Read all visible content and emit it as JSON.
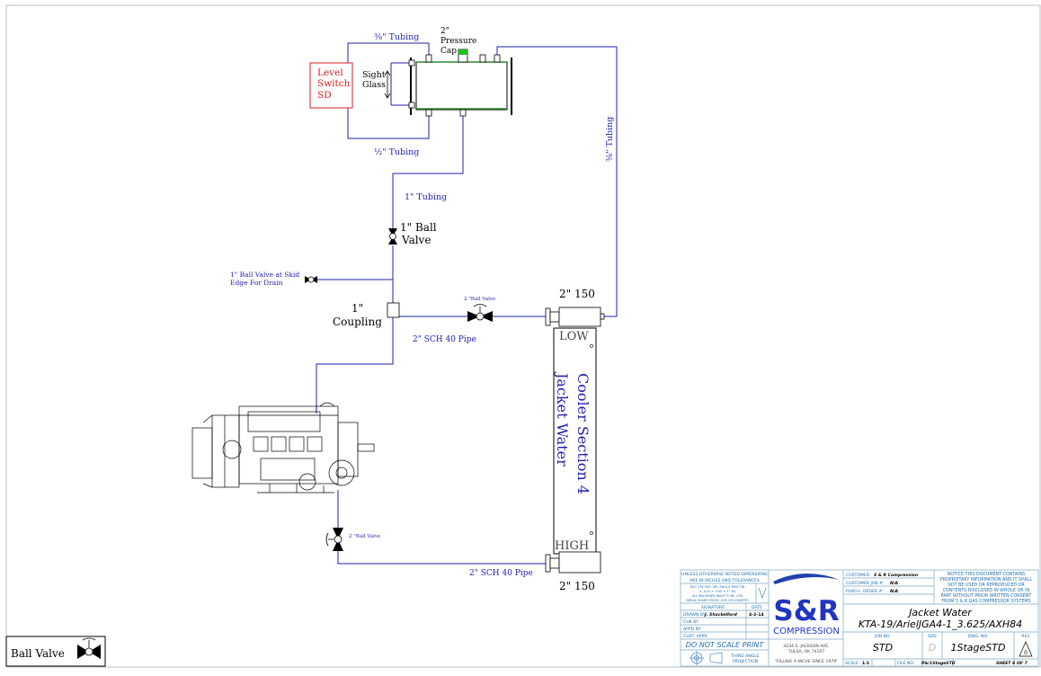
{
  "diagram": {
    "labels": {
      "tubing_top": "⅜\" Tubing",
      "pressure_cap_1": "2\"",
      "pressure_cap_2": "Pressure",
      "pressure_cap_3": "Cap",
      "level_switch_1": "Level",
      "level_switch_2": "Switch",
      "level_switch_3": "SD",
      "sight_glass_1": "Sight",
      "sight_glass_2": "Glass",
      "tubing_half": "½\" Tubing",
      "tubing_right": "⅜\" Tubing",
      "tubing_1in": "1\" Tubing",
      "ball_valve_1in_1": "1\" Ball",
      "ball_valve_1in_2": "Valve",
      "drain_valve_1": "1\" Ball Valve at Skid",
      "drain_valve_2": "Edge For Drain",
      "coupling_1": "1\"",
      "coupling_2": "Coupling",
      "ball_valve_2in_top": "2 \"Ball Valve",
      "pipe_top": "2\" SCH 40 Pipe",
      "flange_top": "2\" 150",
      "low": "LOW",
      "high": "HIGH",
      "cooler_1": "Cooler Section 4",
      "cooler_2": "Jacket Water",
      "ball_valve_2in_bottom": "2 \"Ball Valve",
      "pipe_bottom": "2\" SCH 40 Pipe",
      "flange_bottom": "2\" 150"
    },
    "legend": {
      "label": "Ball Valve"
    },
    "colors": {
      "line": "#1f1fae",
      "sight": "#2a8a2a",
      "cap": "#22c022",
      "red": "#d42020"
    }
  },
  "title_block": {
    "tolerance_lines": [
      "UNLESS OTHERWISE NOTED DIMENSIONS",
      "ARE IN INCHES AND TOLERANCES",
      "DEC 2PL  DEC 3PL  ANGLE  RMS FIN",
      "± .010   ± .005   ± 1°    63",
      "ALL MACHINED RADII TO BE .03R",
      "BREAK SHARP EDGES .03R OR CHAMFER"
    ],
    "signature_header": "SIGNATURE",
    "date_header": "DATE",
    "drawn_by_label": "DRAWN BY:",
    "drawn_by": "J. Shackelford",
    "drawn_date": "4-2-14",
    "chk_by": "CHK BY",
    "appd_by": "APPD BY",
    "cust_appr": "CUST. APPR",
    "do_not_scale": "DO NOT SCALE PRINT",
    "third_angle_1": "THIRD ANGLE",
    "third_angle_2": "PROJECTION",
    "logo_text": "S&R",
    "compression": "COMPRESSION",
    "address_1": "4234 S. JACKSON AVE.",
    "address_2": "TULSA, OK 74107",
    "slogan": "\"FILLING A NICHE SINCE 1979\"",
    "customer_label": "CUSTOMER:",
    "customer": "S & R Compression",
    "customer_job_label": "CUSTOMER JOB #:",
    "customer_job": "N/A",
    "purch_order_label": "PURCH. ORDER #:",
    "purch_order": "N/A",
    "notice_lines": [
      "NOTICE:THIS DOCUMENT CONTAINS",
      "PROPRIETARY INFORMATION AND IT SHALL",
      "NOT BE USED OR REPRODUCED OR",
      "CONTENTS DISCLOSED IN WHOLE OR IN",
      "PART WITHOUT PRIOR WRITTEN CONSENT",
      "FROM S & R GAS COMPRESSOR SYSTEMS"
    ],
    "title_1": "Jacket Water",
    "title_2": "KTA-19/ArielJGA4-1_3.625/AXH84",
    "job_no_label": "JOB NO.",
    "job_no": "STD",
    "size_label": "SIZE",
    "size": "D",
    "dwg_no_label": "DWG. NO.",
    "dwg_no": "1StageSTD",
    "rev_label": "REV",
    "rev": "0",
    "scale_label": "SCALE:",
    "scale": "1:1",
    "file_label": "FILE NO.:",
    "file": "P&/1StageSTD",
    "sheet": "SHEET 6 OF 7"
  }
}
